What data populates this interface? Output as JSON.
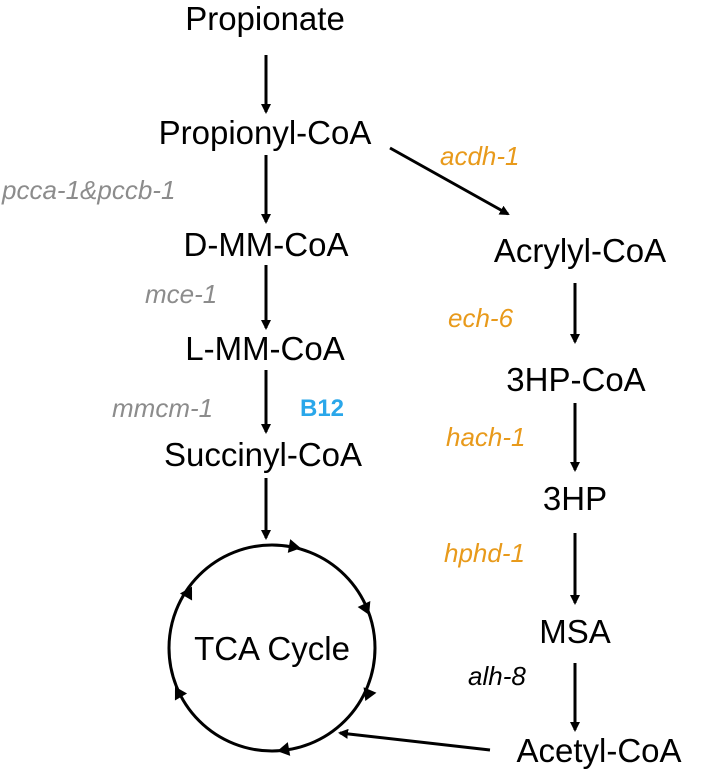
{
  "nodes": {
    "propionate": "Propionate",
    "propionyl_coa": "Propionyl-CoA",
    "d_mm_coa": "D-MM-CoA",
    "l_mm_coa": "L-MM-CoA",
    "succinyl_coa": "Succinyl-CoA",
    "tca_cycle": "TCA Cycle",
    "acrylyl_coa": "Acrylyl-CoA",
    "hp_coa": "3HP-CoA",
    "hp": "3HP",
    "msa": "MSA",
    "acetyl_coa": "Acetyl-CoA"
  },
  "enzymes": {
    "pcca_pccb": "pcca-1&pccb-1",
    "mce": "mce-1",
    "mmcm": "mmcm-1",
    "acdh": "acdh-1",
    "ech": "ech-6",
    "hach": "hach-1",
    "hphd": "hphd-1",
    "alh": "alh-8"
  },
  "cofactor": {
    "b12": "B12"
  },
  "colors": {
    "canonical_enzyme": "#8c8c8c",
    "shunt_enzyme": "#e89a1b",
    "cofactor": "#2aa7ea",
    "node_text": "#000000"
  }
}
